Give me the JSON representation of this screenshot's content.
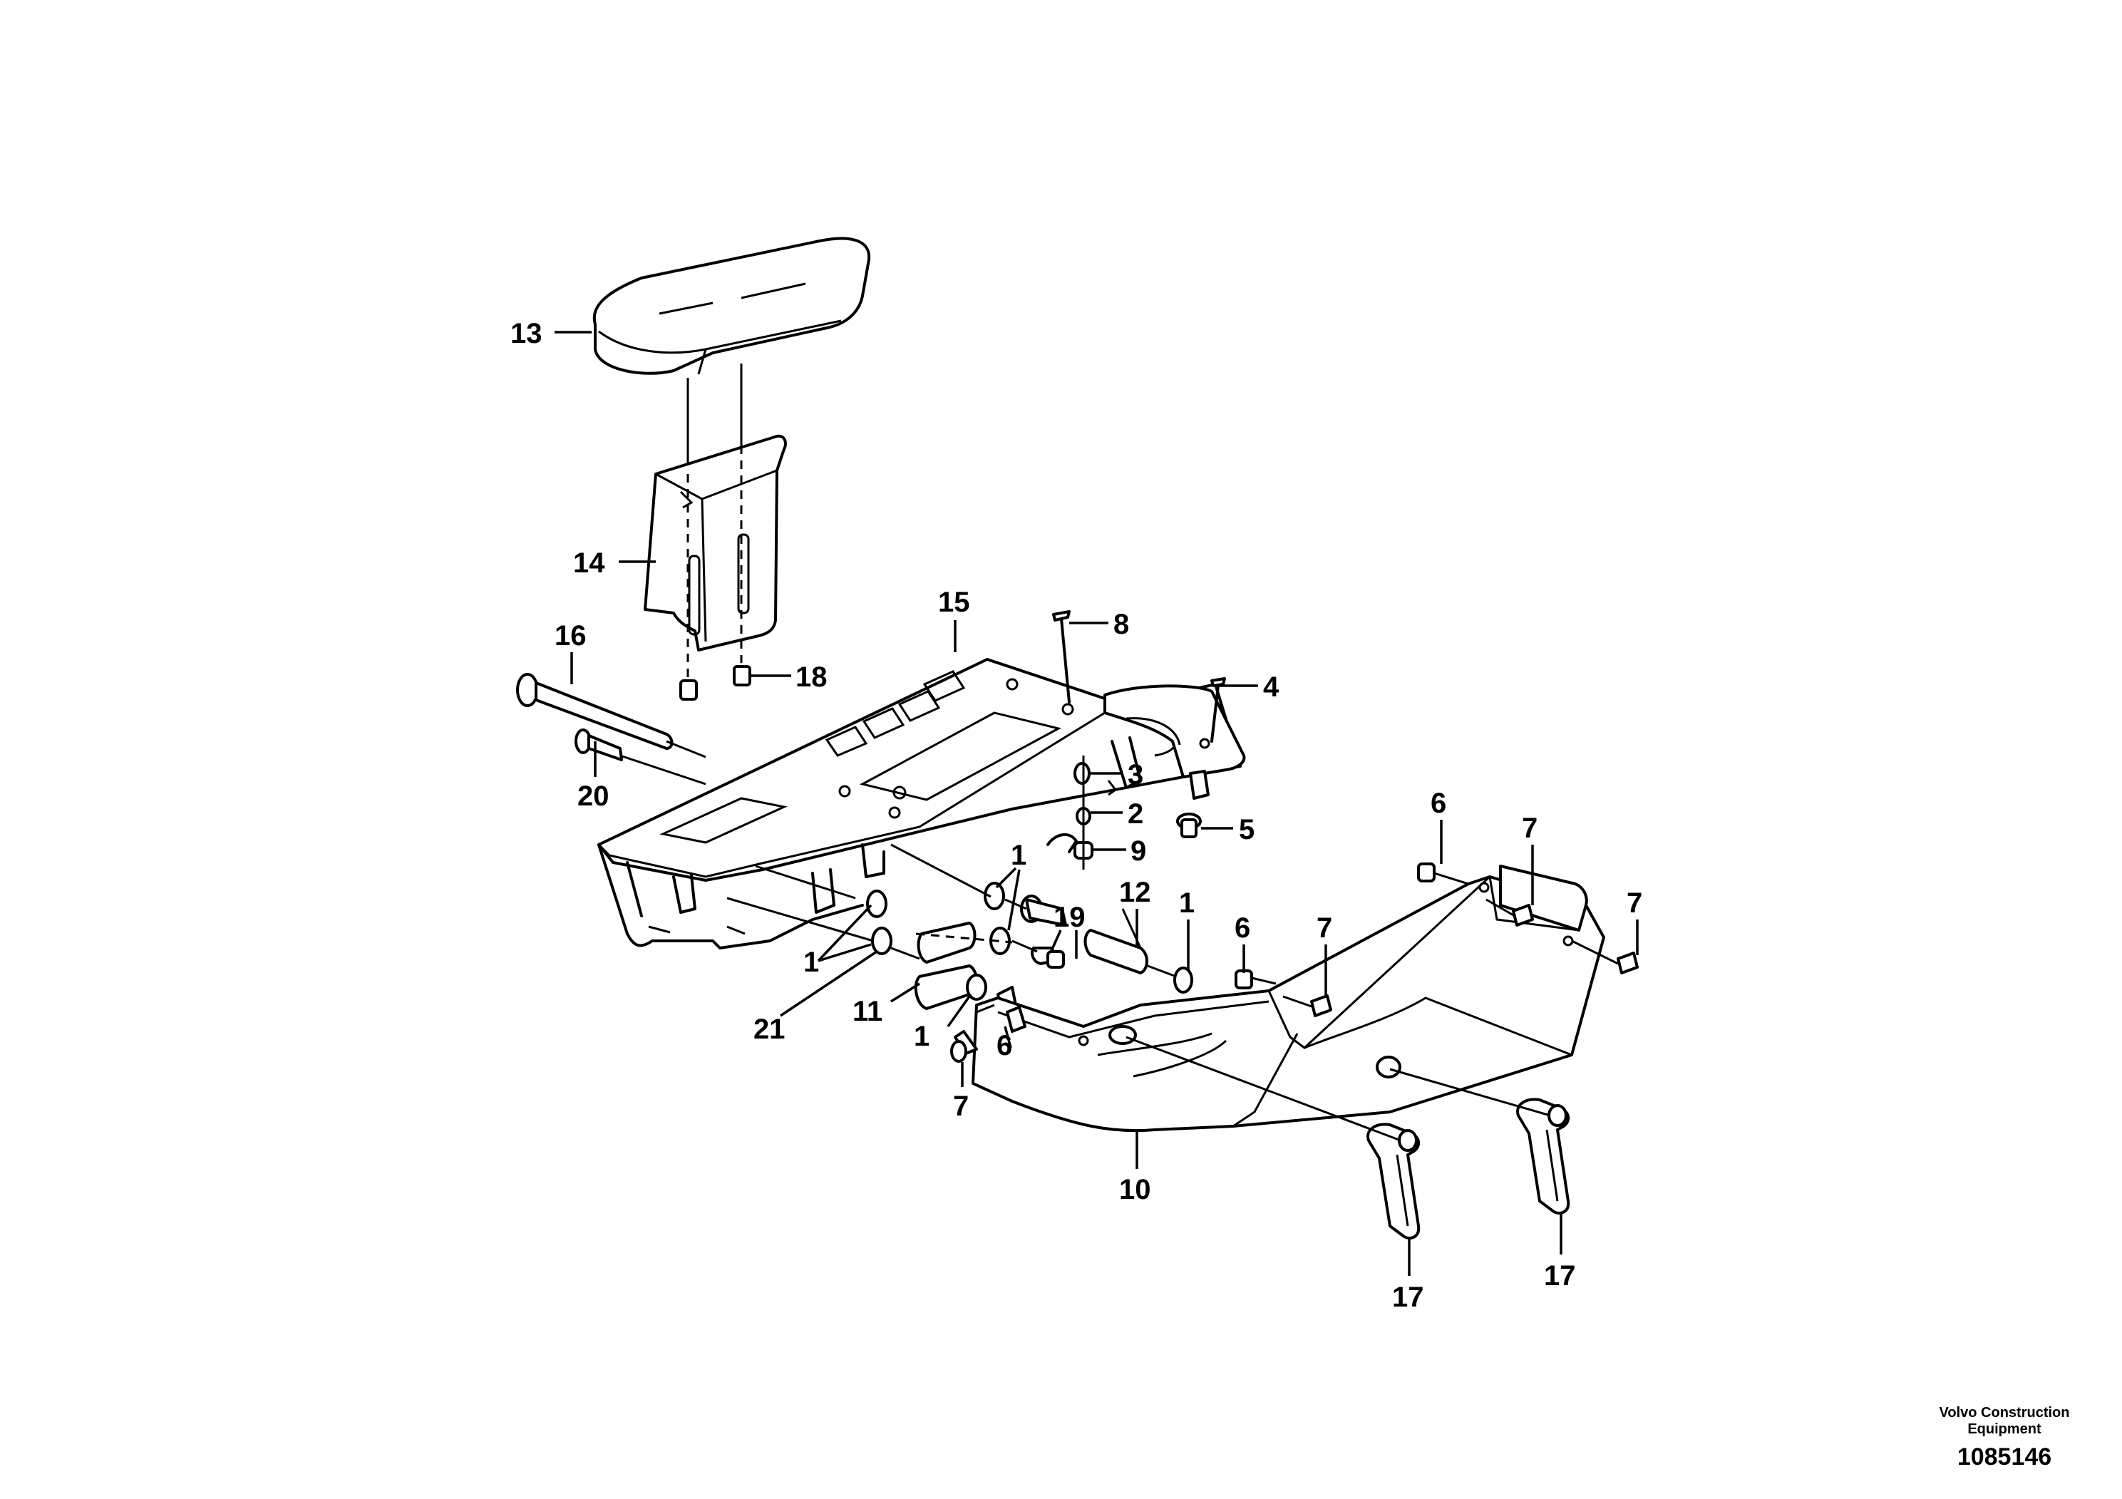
{
  "diagram": {
    "callouts": [
      {
        "id": "c13",
        "label": "13"
      },
      {
        "id": "c14",
        "label": "14"
      },
      {
        "id": "c15",
        "label": "15"
      },
      {
        "id": "c16",
        "label": "16"
      },
      {
        "id": "c18",
        "label": "18"
      },
      {
        "id": "c20",
        "label": "20"
      },
      {
        "id": "c8",
        "label": "8"
      },
      {
        "id": "c4",
        "label": "4"
      },
      {
        "id": "c3",
        "label": "3"
      },
      {
        "id": "c2",
        "label": "2"
      },
      {
        "id": "c5",
        "label": "5"
      },
      {
        "id": "c9",
        "label": "9"
      },
      {
        "id": "c6a",
        "label": "6"
      },
      {
        "id": "c7a",
        "label": "7"
      },
      {
        "id": "c7b",
        "label": "7"
      },
      {
        "id": "c1a",
        "label": "1"
      },
      {
        "id": "c19",
        "label": "19"
      },
      {
        "id": "c12",
        "label": "12"
      },
      {
        "id": "c1b",
        "label": "1"
      },
      {
        "id": "c6b",
        "label": "6"
      },
      {
        "id": "c7c",
        "label": "7"
      },
      {
        "id": "c1c",
        "label": "1"
      },
      {
        "id": "c21",
        "label": "21"
      },
      {
        "id": "c11",
        "label": "11"
      },
      {
        "id": "c1d",
        "label": "1"
      },
      {
        "id": "c6c",
        "label": "6"
      },
      {
        "id": "c7d",
        "label": "7"
      },
      {
        "id": "c10",
        "label": "10"
      },
      {
        "id": "c17a",
        "label": "17"
      },
      {
        "id": "c17b",
        "label": "17"
      }
    ]
  },
  "footer": {
    "company_line1": "Volvo Construction",
    "company_line2": "Equipment",
    "drawing_number": "1085146"
  }
}
